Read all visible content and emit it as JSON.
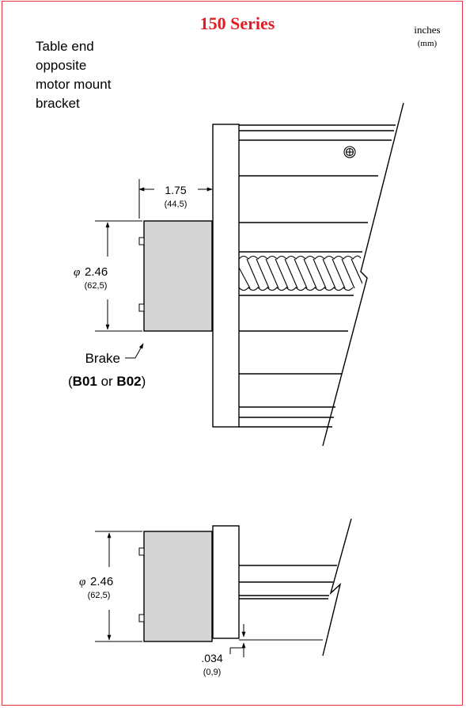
{
  "header": {
    "title": "150 Series",
    "units_main": "inches",
    "units_sub": "(mm)",
    "title_color": "#e31b23",
    "frame_color": "#e8333c"
  },
  "caption": {
    "lines": [
      "Table end",
      "opposite",
      "motor mount",
      "bracket"
    ]
  },
  "top_view": {
    "offset_dim": {
      "inches": "1.75",
      "mm": "(44,5)"
    },
    "diameter_dim": {
      "symbol": "φ",
      "inches": "2.46",
      "mm": "(62,5)"
    },
    "brake_label": {
      "word": "Brake",
      "open": "(",
      "code1": "B01",
      "or": " or ",
      "code2": "B02",
      "close": ")"
    }
  },
  "bottom_view": {
    "diameter_dim": {
      "symbol": "φ",
      "inches": "2.46",
      "mm": "(62,5)"
    },
    "gap_dim": {
      "inches": ".034",
      "mm": "(0,9)"
    }
  },
  "colors": {
    "brake_fill": "#d5d5d5",
    "line": "#000000"
  }
}
